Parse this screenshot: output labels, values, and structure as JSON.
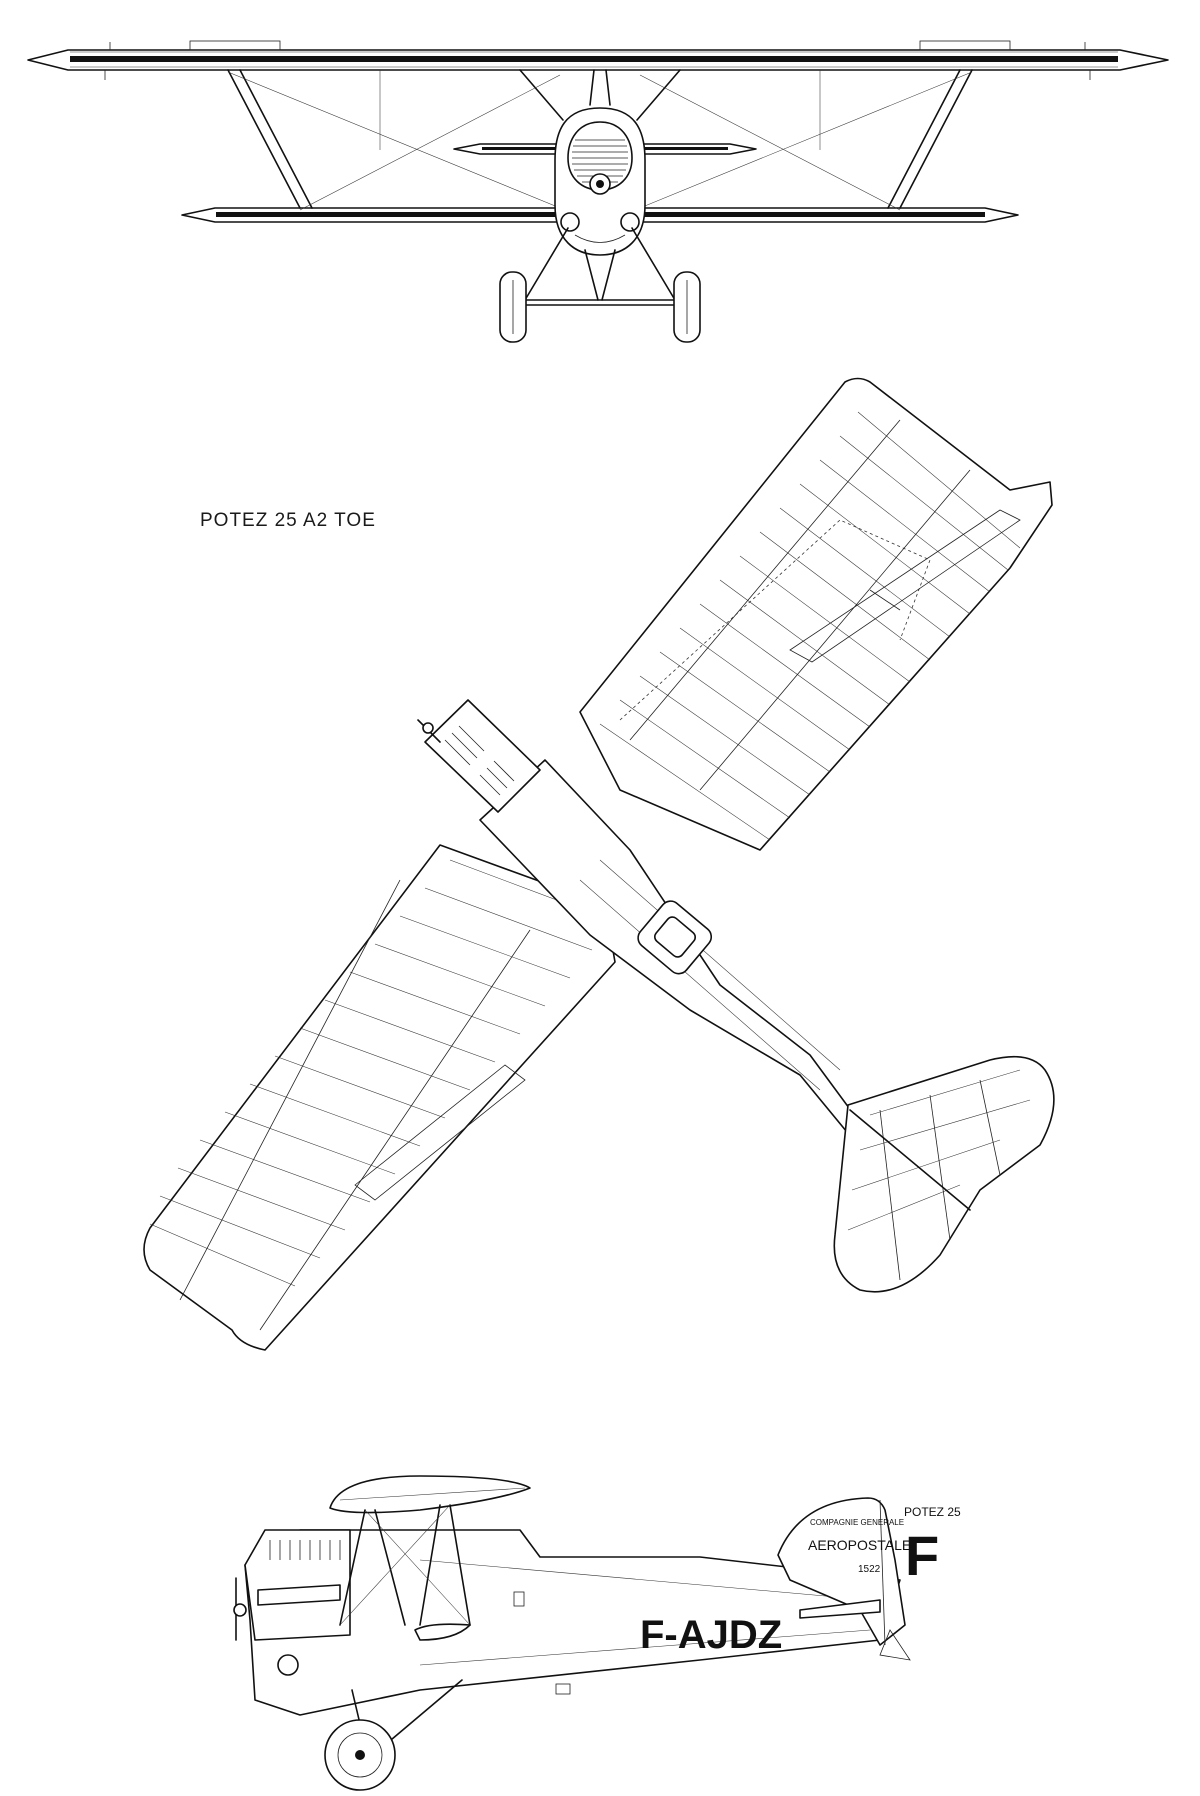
{
  "drawing": {
    "title": "POTEZ 25 A2 TOE",
    "views": [
      "front",
      "top",
      "side"
    ]
  },
  "markings": {
    "registration": "F-AJDZ",
    "company_line": "COMPAGNIE GENERALE",
    "airline": "AEROPOSTALE",
    "type": "POTEZ 25",
    "nationality": "F",
    "serial": "1522"
  },
  "colors": {
    "line": "#111111",
    "paper": "#ffffff"
  }
}
